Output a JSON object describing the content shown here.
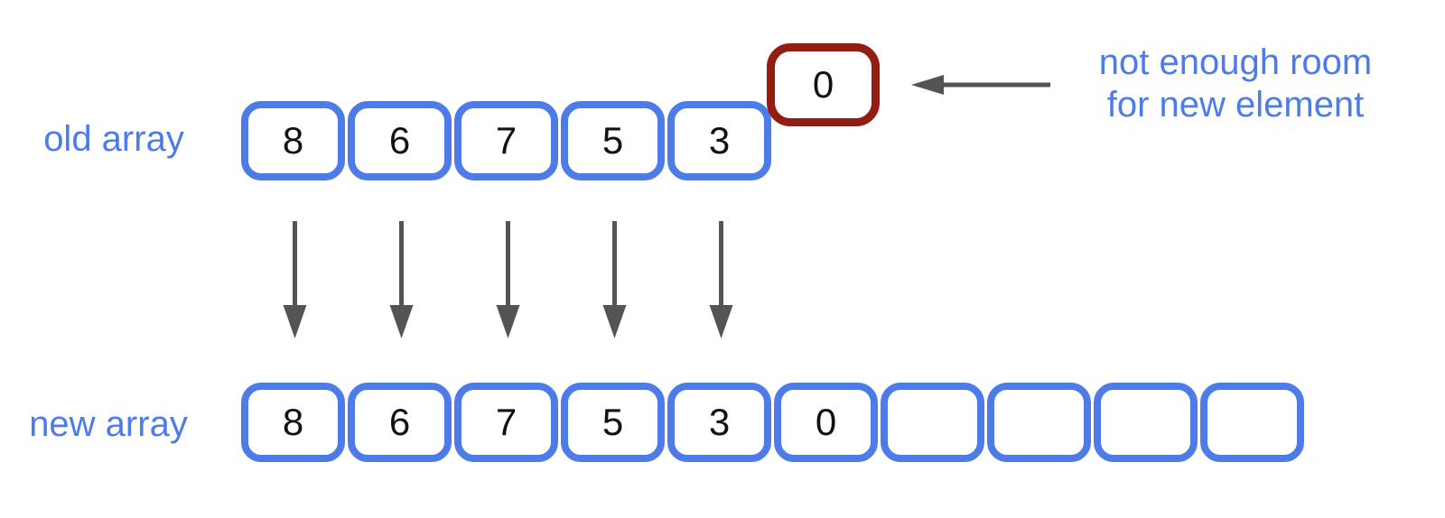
{
  "old_array": {
    "label": "old array",
    "values": [
      "8",
      "6",
      "7",
      "5",
      "3"
    ]
  },
  "new_array": {
    "label": "new array",
    "values": [
      "8",
      "6",
      "7",
      "5",
      "3",
      "0",
      "",
      "",
      "",
      ""
    ]
  },
  "overflow_element": {
    "value": "0"
  },
  "annotation": {
    "line1": "not enough room",
    "line2": "for new element"
  },
  "colors": {
    "array_blue": "#4d7ce8",
    "overflow_red": "#941d11",
    "arrow_gray": "#545454",
    "text_blue": "#4d7ce8",
    "number_black": "#111111"
  }
}
